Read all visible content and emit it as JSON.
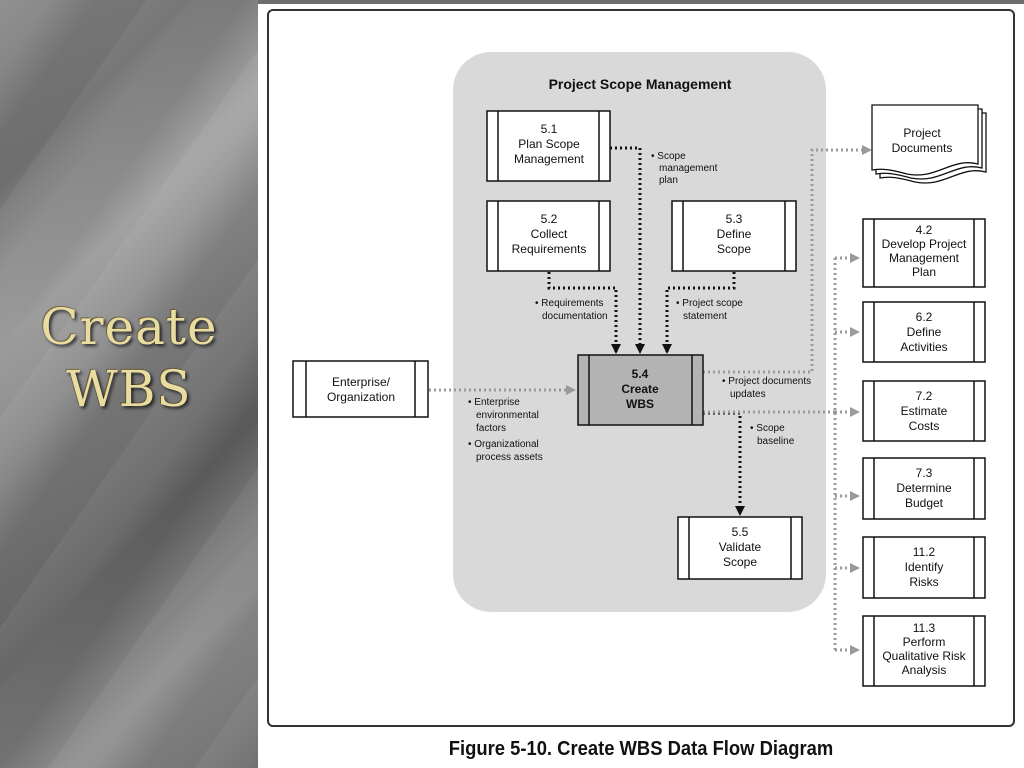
{
  "slide": {
    "title_line1": "Create",
    "title_line2": "WBS"
  },
  "figure": {
    "caption": "Figure 5-10. Create WBS Data Flow Diagram",
    "group_title": "Project Scope Management"
  },
  "nodes": {
    "plan_scope": [
      "5.1",
      "Plan Scope",
      "Management"
    ],
    "collect_req": [
      "5.2",
      "Collect",
      "Requirements"
    ],
    "define_scope": [
      "5.3",
      "Define",
      "Scope"
    ],
    "create_wbs": [
      "5.4",
      "Create",
      "WBS"
    ],
    "validate_scope": [
      "5.5",
      "Validate",
      "Scope"
    ],
    "enterprise": [
      "Enterprise/",
      "Organization"
    ],
    "project_documents": [
      "Project",
      "Documents"
    ],
    "develop_pmp": [
      "4.2",
      "Develop Project",
      "Management",
      "Plan"
    ],
    "define_activities": [
      "6.2",
      "Define",
      "Activities"
    ],
    "estimate_costs": [
      "7.2",
      "Estimate",
      "Costs"
    ],
    "determine_budget": [
      "7.3",
      "Determine",
      "Budget"
    ],
    "identify_risks": [
      "11.2",
      "Identify",
      "Risks"
    ],
    "qualitative_risk": [
      "11.3",
      "Perform",
      "Qualitative Risk",
      "Analysis"
    ]
  },
  "labels": {
    "scope_mgmt_plan": [
      "• Scope",
      "management",
      "plan"
    ],
    "req_doc": [
      "• Requirements",
      "documentation"
    ],
    "scope_statement": [
      "• Project scope",
      "statement"
    ],
    "env_factors": [
      "• Enterprise",
      "environmental",
      "factors"
    ],
    "process_assets": [
      "• Organizational",
      "process assets"
    ],
    "doc_updates": [
      "• Project documents",
      "updates"
    ],
    "scope_baseline": [
      "• Scope",
      "baseline"
    ]
  },
  "colors": {
    "group_bg": "#d9d9d9",
    "wbs_box": "#b3b3b3",
    "dotted_gray": "#9a9a9a",
    "arrow_dark": "#111111",
    "title_gold": "#e9dca0"
  }
}
